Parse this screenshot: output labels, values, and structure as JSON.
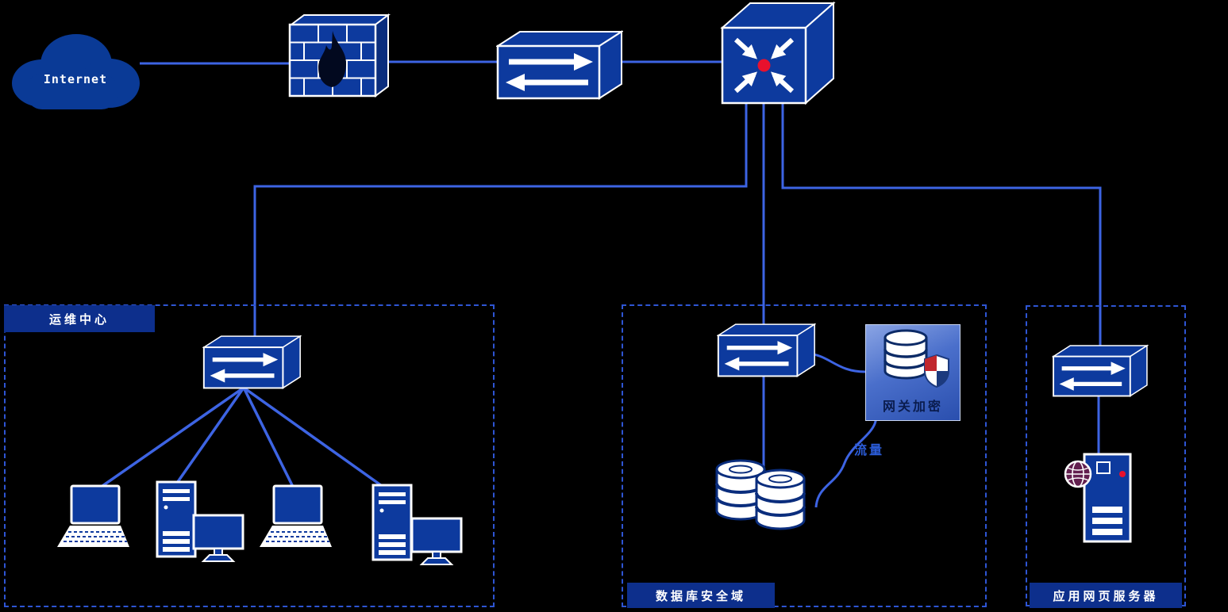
{
  "diagram": {
    "background": "#000000"
  },
  "colors": {
    "node_blue": "#0d3a9e",
    "node_blue_dark": "#0a2d7d",
    "outline_white": "#ffffff",
    "line_blue": "#3d64e3",
    "zone_border": "#2e55d4",
    "label_box": "#0d2f8c",
    "red_dot": "#e8112d",
    "traffic_text": "#2b5cd8",
    "db_stroke": "#0a2d7d",
    "globe_purple": "#63204f"
  },
  "nodes": {
    "internet_cloud": {
      "label": "Internet",
      "type": "cloud"
    },
    "firewall": {
      "type": "firewall"
    },
    "edge_switch": {
      "type": "switch"
    },
    "core_switch": {
      "type": "core-switch-with-red-dot"
    },
    "ops_switch": {
      "type": "switch"
    },
    "db_switch": {
      "type": "switch"
    },
    "app_switch": {
      "type": "switch"
    },
    "database_cluster": {
      "type": "database-cylinders",
      "count": 2
    },
    "web_server": {
      "type": "server-with-globe"
    },
    "ops_clients": {
      "type": "laptops-and-desktops",
      "count": 4
    }
  },
  "zones": {
    "ops_center": {
      "label": "运维中心"
    },
    "db_security": {
      "label": "数据库安全域"
    },
    "app_web": {
      "label": "应用网页服务器"
    }
  },
  "annotations": {
    "gateway_encryption": {
      "label": "网关加密"
    },
    "traffic": {
      "label": "流量"
    }
  }
}
